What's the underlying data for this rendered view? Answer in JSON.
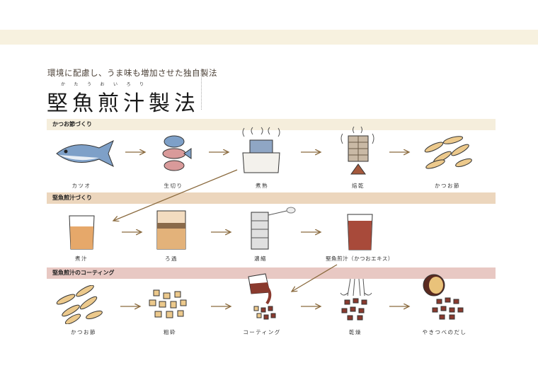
{
  "header": {
    "subtitle": "環境に配慮し、うま味も増加させた独自製法",
    "ruby": "かたうおいろり",
    "title": "堅魚煎汁製法"
  },
  "sections": [
    {
      "title": "かつお節づくり",
      "steps": [
        "カツオ",
        "生切り",
        "煮熟",
        "焙乾",
        "かつお節"
      ]
    },
    {
      "title": "堅魚煎汁づくり",
      "steps": [
        "煮汁",
        "ろ過",
        "濃縮",
        "堅魚煎汁（かつおエキス）"
      ]
    },
    {
      "title": "堅魚煎汁のコーティング",
      "steps": [
        "かつお節",
        "粗砕",
        "コーティング",
        "乾燥",
        "やきつべのだし"
      ]
    }
  ],
  "colors": {
    "arrow": "#8a6a3e",
    "band1": "#f5eedc",
    "band2": "#ecd6bd",
    "band3": "#e8c8c3"
  }
}
